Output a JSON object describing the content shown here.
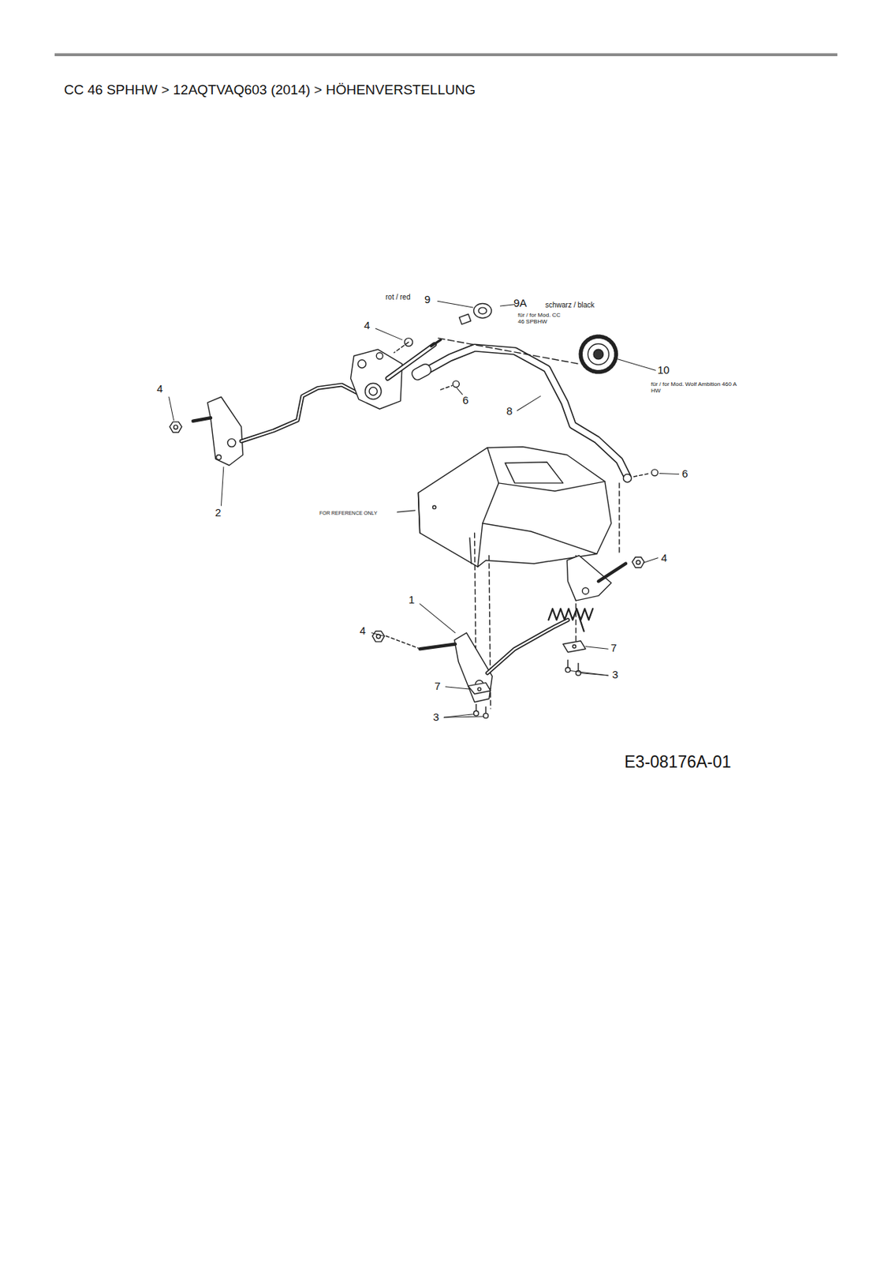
{
  "diagram": {
    "title": "CC 46 SPHHW  >  12AQTVAQ603 (2014)  >  HÖHENVERSTELLUNG",
    "labels": [
      "rot / red",
      "9",
      "9A",
      "schwarz / black",
      "für / for Mod. CC 46 SPBHW",
      "4",
      "10",
      "für / for Mod. Wolf Ambition 460 A HW",
      "4",
      "6",
      "8",
      "6",
      "2",
      "FOR REFERENCE ONLY",
      "4",
      "1",
      "4",
      "7",
      "3",
      "7",
      "3",
      "E3-08176A-01"
    ]
  }
}
